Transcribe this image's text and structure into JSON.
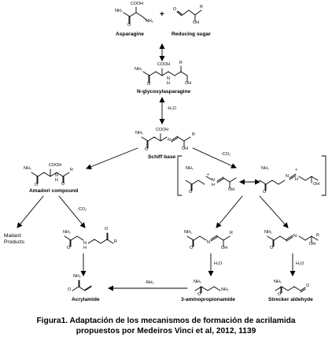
{
  "nodes": {
    "asparagine": "Asparagine",
    "reducing_sugar": "Reducing sugar",
    "plus": "+",
    "n_glycosyl": "N-glycosylasparagine",
    "schiff": "Schiff base",
    "amadori": "Amadori compound",
    "maillard_line1": "Mailard",
    "maillard_line2": "Products",
    "acrylamide": "Acrylamide",
    "aminopropionamide": "3-aminopropionamide",
    "strecker": "Strecker aldehyde"
  },
  "conditions": {
    "minus_h2o": "-H₂O",
    "minus_co2_right": "-CO₂",
    "minus_co2_left": "-CO₂",
    "h2o_mid": "H₂O",
    "h2o_right": "H₂O",
    "minus_nh3": "-NH₃"
  },
  "atoms": {
    "nh2": "NH₂",
    "cooh": "COOH",
    "o": "O",
    "oh": "OH",
    "r": "R",
    "n": "N",
    "h": "H",
    "plus_charge": "+"
  },
  "caption": {
    "line1": "Figura1. Adaptación de los mecanismos de formación de acrilamida",
    "line2": "propuestos por Medeiros Vinci et al, 2012, 1139"
  }
}
